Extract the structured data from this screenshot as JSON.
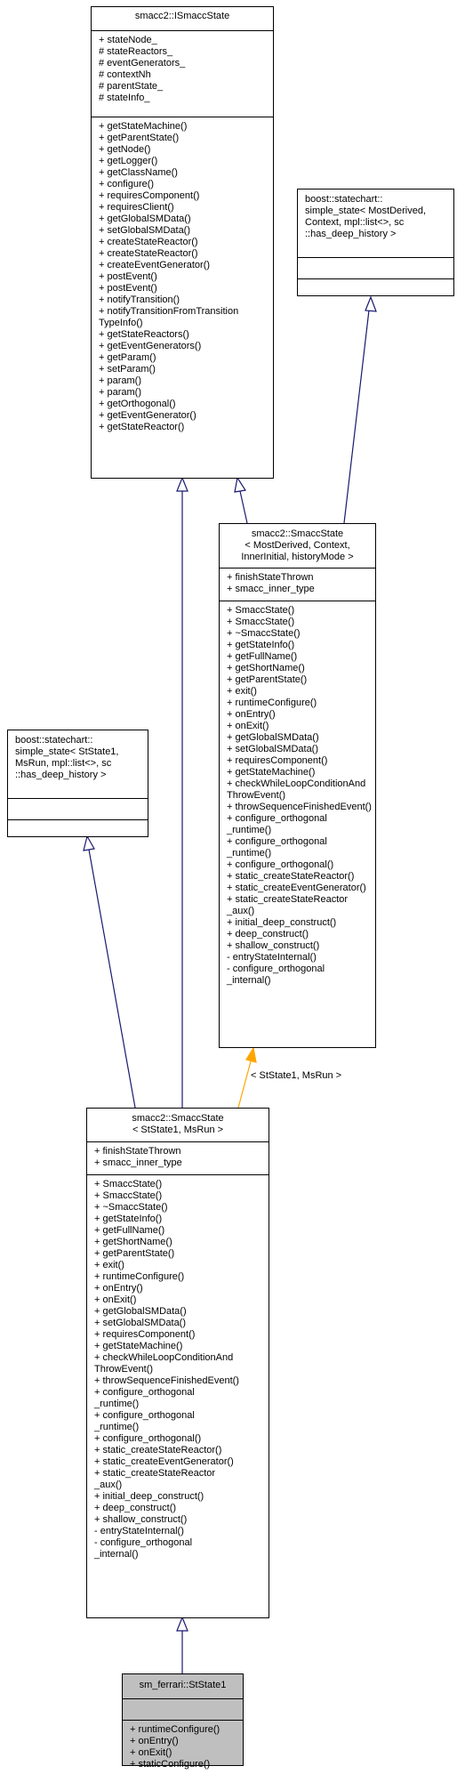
{
  "classes": {
    "ismacc": {
      "title": [
        "smacc2::ISmaccState"
      ],
      "attributes": [
        "+ stateNode_",
        "# stateReactors_",
        "# eventGenerators_",
        "# contextNh",
        "# parentState_",
        "# stateInfo_"
      ],
      "methods": [
        "+ getStateMachine()",
        "+ getParentState()",
        "+ getNode()",
        "+ getLogger()",
        "+ getClassName()",
        "+ configure()",
        "+ requiresComponent()",
        "+ requiresClient()",
        "+ getGlobalSMData()",
        "+ setGlobalSMData()",
        "+ createStateReactor()",
        "+ createStateReactor()",
        "+ createEventGenerator()",
        "+ postEvent()",
        "+ postEvent()",
        "+ notifyTransition()",
        "+ notifyTransitionFromTransition",
        "TypeInfo()",
        "+ getStateReactors()",
        "+ getEventGenerators()",
        "+ getParam()",
        "+ setParam()",
        "+ param()",
        "+ param()",
        "+ getOrthogonal()",
        "+ getEventGenerator()",
        "+ getStateReactor()"
      ]
    },
    "simple_state_generic": {
      "title": [
        "boost::statechart::",
        "simple_state< MostDerived,",
        "Context, mpl::list<>, sc",
        "::has_deep_history >"
      ],
      "attributes": [],
      "methods": []
    },
    "smacc_state_template": {
      "title": [
        "smacc2::SmaccState",
        "< MostDerived, Context,",
        "InnerInitial, historyMode >"
      ],
      "attributes": [
        "+ finishStateThrown",
        "+ smacc_inner_type"
      ],
      "methods": [
        "+ SmaccState()",
        "+ SmaccState()",
        "+ ~SmaccState()",
        "+ getStateInfo()",
        "+ getFullName()",
        "+ getShortName()",
        "+ getParentState()",
        "+ exit()",
        "+ runtimeConfigure()",
        "+ onEntry()",
        "+ onExit()",
        "+ getGlobalSMData()",
        "+ setGlobalSMData()",
        "+ requiresComponent()",
        "+ getStateMachine()",
        "+ checkWhileLoopConditionAnd",
        "ThrowEvent()",
        "+ throwSequenceFinishedEvent()",
        "+ configure_orthogonal",
        "_runtime()",
        "+ configure_orthogonal",
        "_runtime()",
        "+ configure_orthogonal()",
        "+ static_createStateReactor()",
        "+ static_createEventGenerator()",
        "+ static_createStateReactor",
        "_aux()",
        "+ initial_deep_construct()",
        "+ deep_construct()",
        "+ shallow_construct()",
        "- entryStateInternal()",
        "- configure_orthogonal",
        "_internal()"
      ]
    },
    "simple_state_ststate1": {
      "title": [
        "boost::statechart::",
        "simple_state< StState1,",
        "MsRun, mpl::list<>, sc",
        "::has_deep_history >"
      ],
      "attributes": [],
      "methods": []
    },
    "smacc_state_ststate1": {
      "title": [
        "smacc2::SmaccState",
        "< StState1, MsRun >"
      ],
      "attributes": [
        "+ finishStateThrown",
        "+ smacc_inner_type"
      ],
      "methods": [
        "+ SmaccState()",
        "+ SmaccState()",
        "+ ~SmaccState()",
        "+ getStateInfo()",
        "+ getFullName()",
        "+ getShortName()",
        "+ getParentState()",
        "+ exit()",
        "+ runtimeConfigure()",
        "+ onEntry()",
        "+ onExit()",
        "+ getGlobalSMData()",
        "+ setGlobalSMData()",
        "+ requiresComponent()",
        "+ getStateMachine()",
        "+ checkWhileLoopConditionAnd",
        "ThrowEvent()",
        "+ throwSequenceFinishedEvent()",
        "+ configure_orthogonal",
        "_runtime()",
        "+ configure_orthogonal",
        "_runtime()",
        "+ configure_orthogonal()",
        "+ static_createStateReactor()",
        "+ static_createEventGenerator()",
        "+ static_createStateReactor",
        "_aux()",
        "+ initial_deep_construct()",
        "+ deep_construct()",
        "+ shallow_construct()",
        "- entryStateInternal()",
        "- configure_orthogonal",
        "_internal()"
      ]
    },
    "ststate1": {
      "title": [
        "sm_ferrari::StState1"
      ],
      "attributes": [],
      "methods": [
        "+ runtimeConfigure()",
        "+ onEntry()",
        "+ onExit()",
        "+ staticConfigure()"
      ]
    }
  },
  "edge_labels": {
    "template_binding": "< StState1, MsRun >"
  },
  "colors": {
    "inheritance": "#191970",
    "template_instantiation": "#ffa500",
    "focus_fill": "#bfbfbf"
  }
}
